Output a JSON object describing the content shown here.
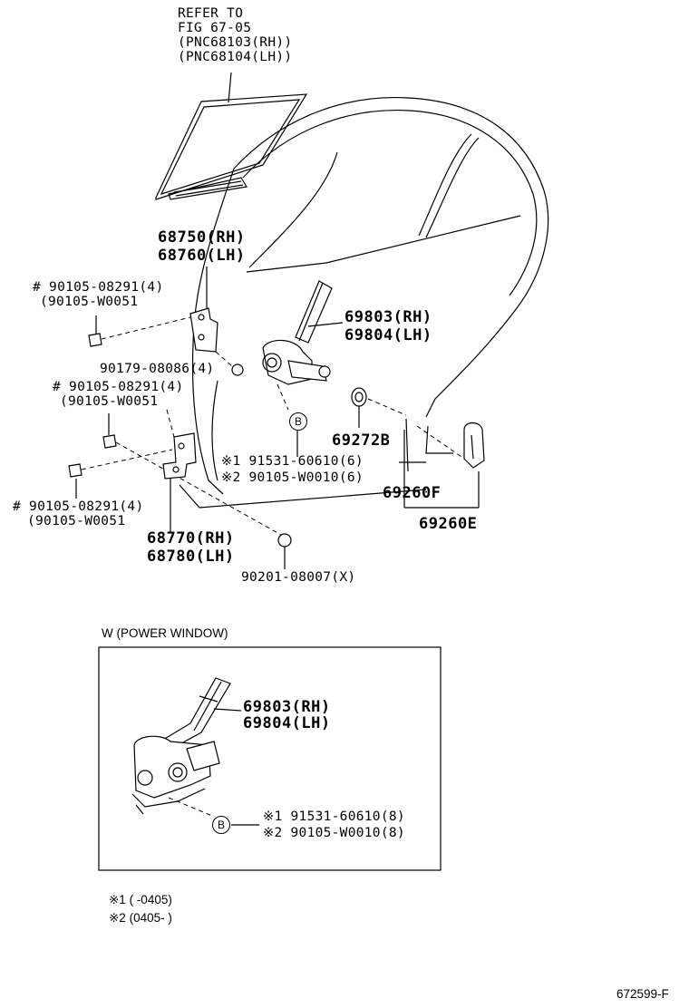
{
  "refer": {
    "line1": "REFER TO",
    "line2": "FIG 67-05",
    "line3": "(PNC68103(RH))",
    "line4": "(PNC68104(LH))"
  },
  "hinge_upper": {
    "rh": "68750(RH)",
    "lh": "68760(LH)"
  },
  "bolt_upper": {
    "num": "# 90105-08291(4)",
    "alt": "(90105-W0051"
  },
  "nut": {
    "num": "90179-08086(4)"
  },
  "bolt_mid": {
    "num": "# 90105-08291(4)",
    "alt": "(90105-W0051"
  },
  "bolt_lower": {
    "num": "# 90105-08291(4)",
    "alt": "(90105-W0051"
  },
  "hinge_lower": {
    "rh": "68770(RH)",
    "lh": "68780(LH)"
  },
  "plug": {
    "num": "90201-08007(X)"
  },
  "regulator": {
    "rh": "69803(RH)",
    "lh": "69804(LH)"
  },
  "bolts_b": {
    "b_mark": "B",
    "a": "※1 91531-60610(6)",
    "b": "※2 90105-W0010(6)"
  },
  "grommet": {
    "num": "69272B"
  },
  "handle": {
    "f": "69260F",
    "e": "69260E"
  },
  "power_window": {
    "title": "W (POWER WINDOW)",
    "rh": "69803(RH)",
    "lh": "69804(LH)",
    "b_mark": "B",
    "a": "※1 91531-60610(8)",
    "b": "※2 90105-W0010(8)"
  },
  "notes": {
    "n1": "※1 (      -0405)",
    "n2": "※2  (0405-      )"
  },
  "figure_code": "672599-F"
}
